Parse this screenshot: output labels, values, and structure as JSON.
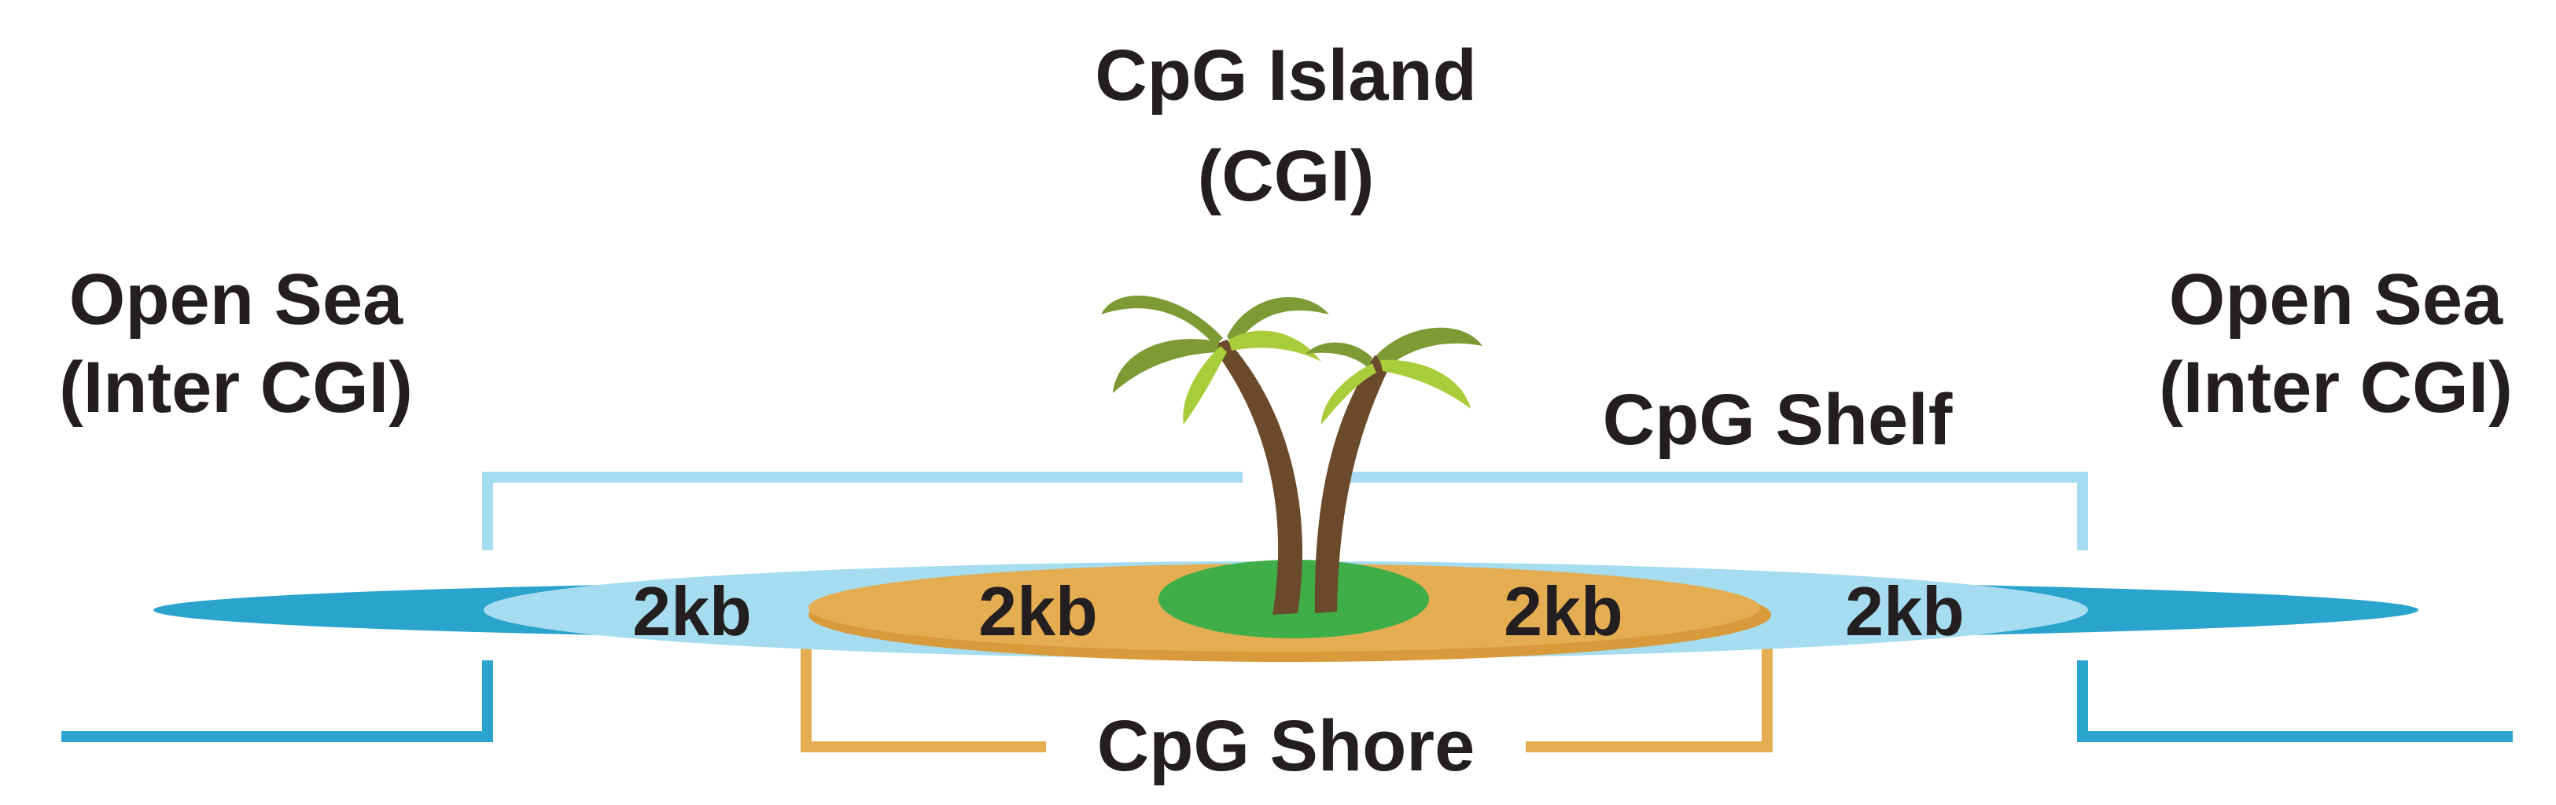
{
  "island": {
    "title_line1": "CpG Island",
    "title_line2": "(CGI)"
  },
  "open_sea_left": {
    "line1": "Open Sea",
    "line2": "(Inter CGI)"
  },
  "open_sea_right": {
    "line1": "Open Sea",
    "line2": "(Inter CGI)"
  },
  "shelf_label": "CpG Shelf",
  "shore_label": "CpG Shore",
  "distances": [
    "2kb",
    "2kb",
    "2kb",
    "2kb"
  ],
  "colors": {
    "open_sea": "#2aa3cd",
    "shelf": "#a6dcf0",
    "shore": "#e5ad52",
    "shore_shadow": "#d99a3b",
    "island": "#3fae49",
    "trunk": "#6a4a2b",
    "leaf_dark": "#7d9a34",
    "leaf_light": "#a9cc3a",
    "text": "#231f20"
  },
  "icons": [
    "palm-tree-icon"
  ]
}
